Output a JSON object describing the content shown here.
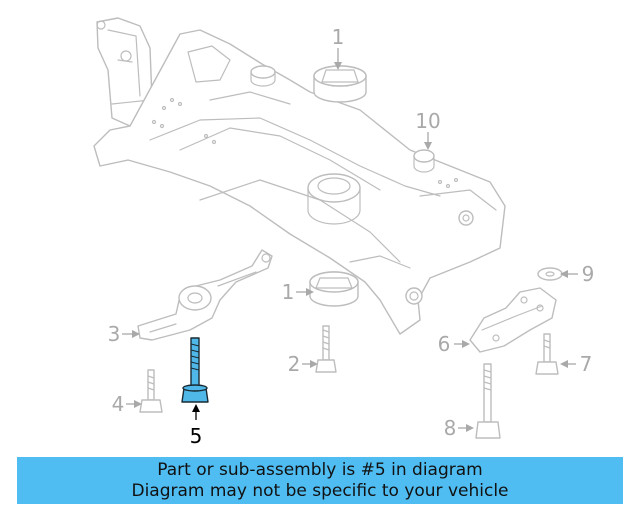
{
  "diagram": {
    "callouts": [
      {
        "label": "1",
        "highlighted": false
      },
      {
        "label": "10",
        "highlighted": false
      },
      {
        "label": "9",
        "highlighted": false
      },
      {
        "label": "1",
        "highlighted": false
      },
      {
        "label": "3",
        "highlighted": false
      },
      {
        "label": "6",
        "highlighted": false
      },
      {
        "label": "2",
        "highlighted": false
      },
      {
        "label": "7",
        "highlighted": false
      },
      {
        "label": "4",
        "highlighted": false
      },
      {
        "label": "8",
        "highlighted": false
      },
      {
        "label": "5",
        "highlighted": true
      }
    ],
    "colors": {
      "highlight": "#4fb8e8",
      "line_art": "#bdbdbd",
      "label_inactive": "#a9a9a9",
      "banner_bg": "#4fbdf2"
    }
  },
  "banner": {
    "line1": "Part or sub-assembly is #5 in diagram",
    "line2": "Diagram may not be specific to your vehicle"
  }
}
